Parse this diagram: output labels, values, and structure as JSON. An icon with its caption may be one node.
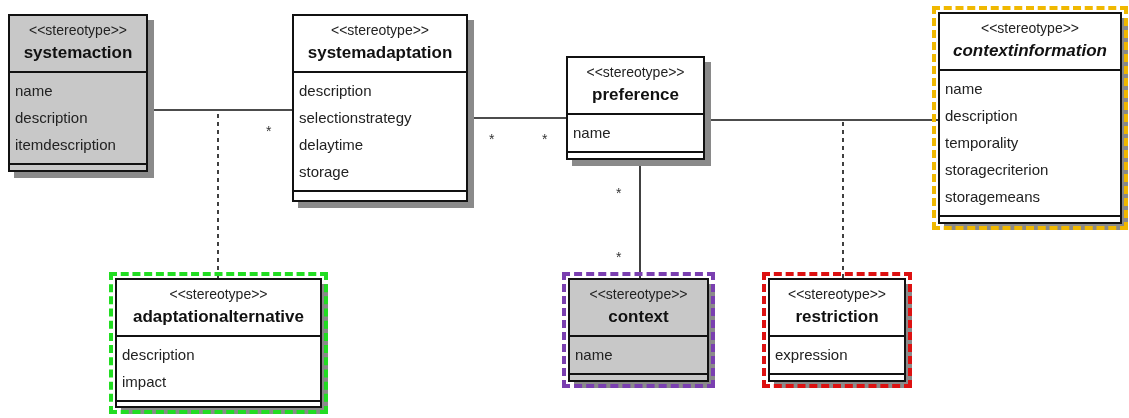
{
  "diagram": {
    "nodes": [
      {
        "text": [
          "<<stereotype>>",
          "systemaction",
          "name",
          "description",
          "itemdescription"
        ]
      },
      {
        "text": [
          "<<stereotype>>",
          "systemadaptation",
          "description",
          "selectionstrategy",
          "delaytime",
          "storage"
        ]
      },
      {
        "text": [
          "<<stereotype>>",
          "preference",
          "name"
        ]
      },
      {
        "text": [
          "<<stereotype>>",
          "contextinformation",
          "name",
          "description",
          "temporality",
          "storagecriterion",
          "storagemeans"
        ]
      },
      {
        "text": [
          "<<stereotype>>",
          "adaptationalternative",
          "description",
          "impact"
        ]
      },
      {
        "text": [
          "<<stereotype>>",
          "context",
          "name"
        ]
      },
      {
        "text": [
          "<<stereotype>>",
          "restriction",
          "expression"
        ]
      }
    ],
    "edges": [
      {
        "from": 0,
        "to": 1,
        "arrow": "none"
      },
      {
        "from": 1,
        "to": 2,
        "arrow": "none"
      },
      {
        "from": 2,
        "to": 3,
        "arrow": "none"
      },
      {
        "from": 2,
        "to": 5,
        "arrow": "none"
      },
      {
        "from": 4,
        "to": null,
        "arrow": "none",
        "style": "dashed"
      },
      {
        "from": 6,
        "to": null,
        "arrow": "none",
        "style": "dashed"
      }
    ],
    "labels": [
      "*",
      "*",
      "*",
      "*",
      "*"
    ]
  }
}
